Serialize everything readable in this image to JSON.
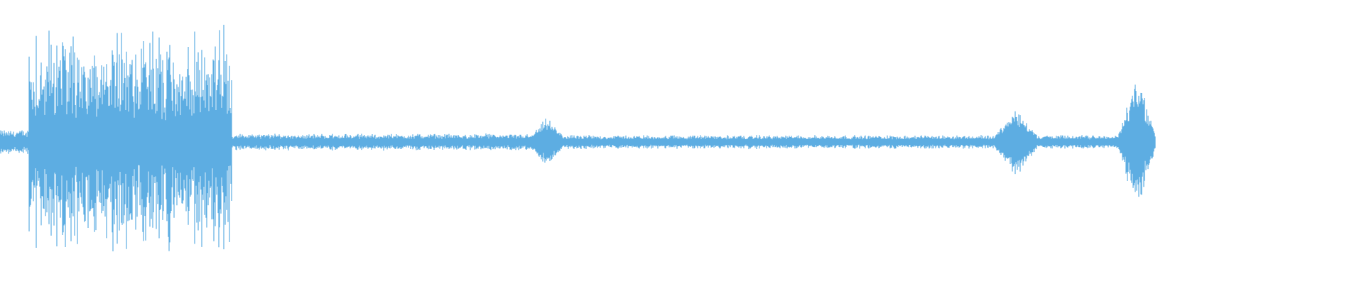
{
  "waveform": {
    "color": "#5DADE2",
    "background": "#ffffff",
    "played_fraction": 0.847,
    "segments": [
      {
        "start": 0.0,
        "end": 0.021,
        "amplitude": 0.09
      },
      {
        "start": 0.021,
        "end": 0.17,
        "amplitude": 0.86,
        "style": "dense-burst"
      },
      {
        "start": 0.17,
        "end": 0.39,
        "amplitude": 0.06
      },
      {
        "start": 0.39,
        "end": 0.412,
        "amplitude": 0.18,
        "style": "spike"
      },
      {
        "start": 0.412,
        "end": 0.73,
        "amplitude": 0.05
      },
      {
        "start": 0.73,
        "end": 0.76,
        "amplitude": 0.26,
        "style": "spike"
      },
      {
        "start": 0.76,
        "end": 0.82,
        "amplitude": 0.05
      },
      {
        "start": 0.82,
        "end": 0.847,
        "amplitude": 0.55,
        "style": "spike"
      }
    ]
  }
}
